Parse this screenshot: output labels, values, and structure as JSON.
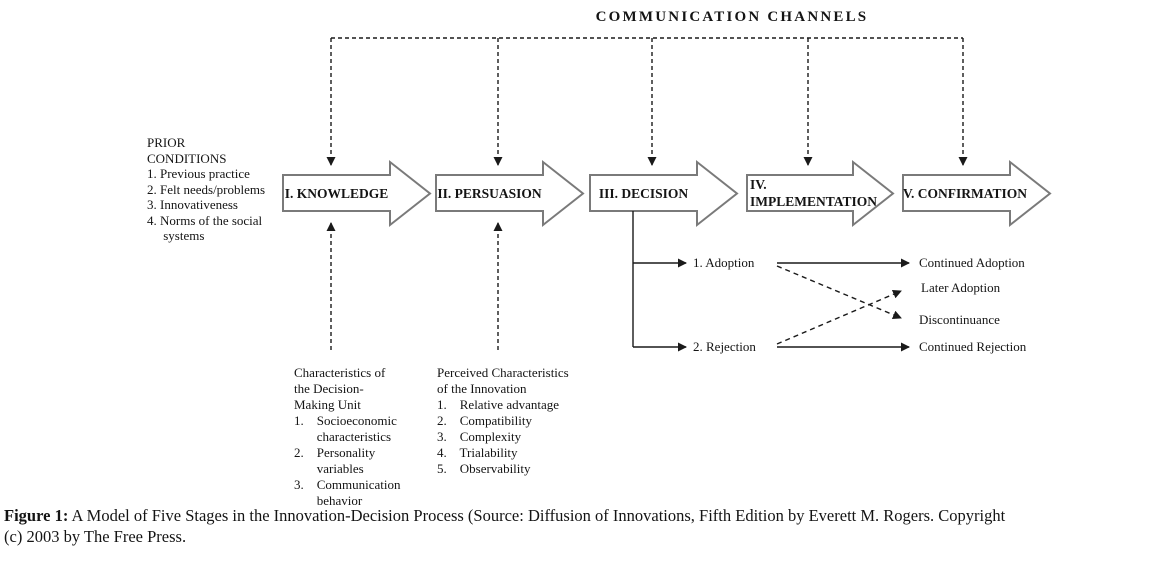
{
  "diagram": {
    "title": "COMMUNICATION CHANNELS",
    "prior_conditions": [
      "PRIOR",
      "CONDITIONS",
      "1. Previous practice",
      "2. Felt needs/problems",
      "3. Innovativeness",
      "4. Norms of the social",
      "     systems"
    ],
    "stages": [
      {
        "label": "I. KNOWLEDGE"
      },
      {
        "label": "II. PERSUASION"
      },
      {
        "label": "III. DECISION"
      },
      {
        "label": [
          "IV.",
          "IMPLEMENTATION"
        ]
      },
      {
        "label": "V. CONFIRMATION"
      }
    ],
    "knowledge_factors": [
      "Characteristics of",
      "the Decision-",
      "Making Unit",
      "1.    Socioeconomic",
      "       characteristics",
      "2.    Personality",
      "       variables",
      "3.    Communication",
      "       behavior"
    ],
    "persuasion_factors": [
      "Perceived Characteristics",
      "of the Innovation",
      "1.    Relative advantage",
      "2.    Compatibility",
      "3.    Complexity",
      "4.    Trialability",
      "5.    Observability"
    ],
    "outcomes": {
      "adoption": "1. Adoption",
      "rejection": "2. Rejection",
      "continued_adoption": "Continued Adoption",
      "later_adoption": "Later Adoption",
      "discontinuance": "Discontinuance",
      "continued_rejection": "Continued Rejection"
    }
  },
  "caption": {
    "prefix": "Figure 1:",
    "line1_rest": " A Model of Five Stages in the Innovation-Decision Process (Source: Diffusion of Innovations, Fifth Edition by Everett M. Rogers. Copyright",
    "line2": "(c) 2003 by The Free Press."
  },
  "colors": {
    "line": "#1a1a1a",
    "arrow_outline": "#7a7a7a",
    "background": "#ffffff",
    "text": "#141414"
  }
}
